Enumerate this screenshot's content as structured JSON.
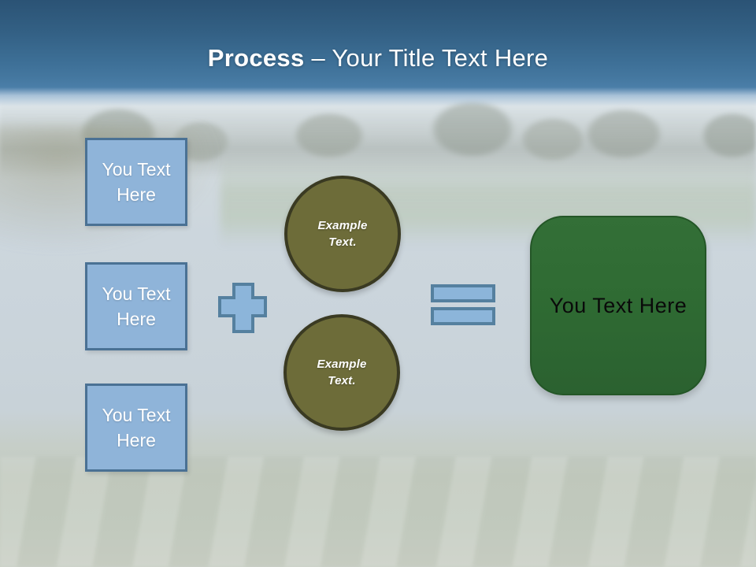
{
  "header": {
    "title_bold": "Process",
    "title_regular": "– Your Title Text Here"
  },
  "input_boxes": [
    {
      "label": "You Text Here"
    },
    {
      "label": "You Text Here"
    },
    {
      "label": "You Text Here"
    }
  ],
  "operators": {
    "plus": "plus",
    "equals": "equals"
  },
  "circles": [
    {
      "label": "Example Text."
    },
    {
      "label": "Example Text."
    }
  ],
  "result_box": {
    "label": "You Text Here"
  },
  "colors": {
    "header_blue_dark": "#2b5375",
    "header_blue_light": "#4a7ea8",
    "box_fill": "#8fb4d9",
    "box_border": "#4a7194",
    "circle_fill": "#6d6c39",
    "circle_border": "#3a3a22",
    "result_fill": "#2f6b33",
    "result_border": "#245627",
    "operator_fill": "#8cb5da",
    "operator_stroke": "#55809f"
  }
}
